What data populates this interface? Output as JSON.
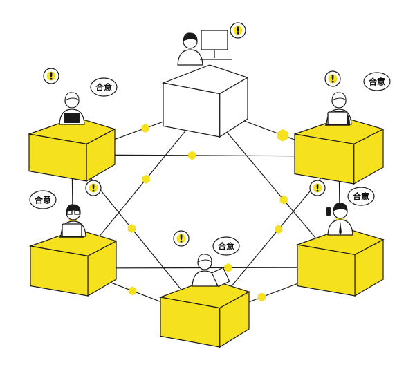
{
  "diagram": {
    "agreement_label": "合意",
    "alert_mark": "!",
    "colors": {
      "accent": "#F5E11E",
      "ink": "#1A1A1A",
      "paper": "#FFFFFF"
    },
    "nodes": [
      {
        "id": "top",
        "yellow": false,
        "figure": "person-at-desktop-computer",
        "bubbles": [
          "alert"
        ]
      },
      {
        "id": "upper-left",
        "yellow": true,
        "figure": "woman-with-tablet",
        "bubbles": [
          "alert",
          "agreement"
        ]
      },
      {
        "id": "upper-right",
        "yellow": true,
        "figure": "woman-with-laptop",
        "bubbles": [
          "alert",
          "agreement"
        ]
      },
      {
        "id": "lower-left",
        "yellow": true,
        "figure": "man-with-glasses-and-laptop",
        "bubbles": [
          "agreement",
          "alert"
        ]
      },
      {
        "id": "lower-right",
        "yellow": true,
        "figure": "man-with-phone-and-tie",
        "bubbles": [
          "alert",
          "agreement"
        ]
      },
      {
        "id": "bottom",
        "yellow": true,
        "figure": "woman-with-document",
        "bubbles": [
          "alert",
          "agreement"
        ]
      }
    ],
    "links": [
      [
        "top",
        "upper-left"
      ],
      [
        "top",
        "upper-right"
      ],
      [
        "top",
        "lower-left"
      ],
      [
        "top",
        "lower-right"
      ],
      [
        "upper-left",
        "upper-right"
      ],
      [
        "upper-left",
        "lower-left"
      ],
      [
        "upper-left",
        "bottom"
      ],
      [
        "upper-right",
        "lower-right"
      ],
      [
        "upper-right",
        "bottom"
      ],
      [
        "lower-left",
        "lower-right"
      ],
      [
        "lower-left",
        "bottom"
      ],
      [
        "lower-right",
        "bottom"
      ]
    ]
  }
}
